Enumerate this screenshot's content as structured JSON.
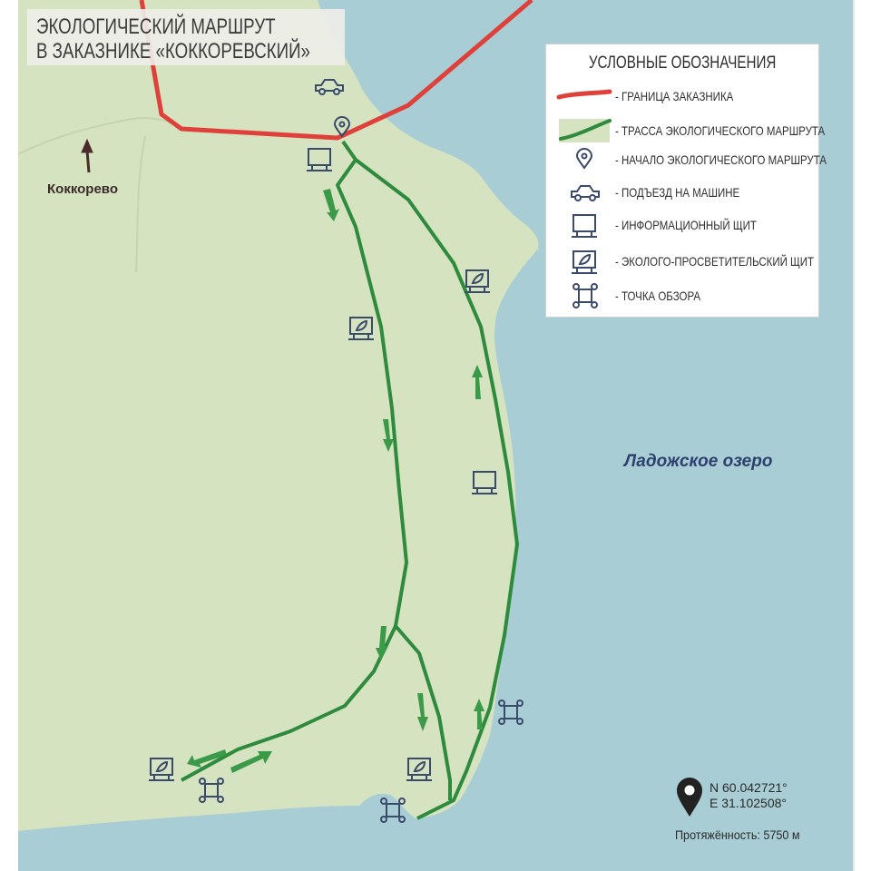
{
  "title": {
    "line1": "ЭКОЛОГИЧЕСКИЙ МАРШРУТ",
    "line2": "В ЗАКАЗНИКЕ «КОККОРЕВСКИЙ»"
  },
  "legend": {
    "title": "УСЛОВНЫЕ ОБОЗНАЧЕНИЯ",
    "items": [
      {
        "icon": "boundary-line",
        "label": "- ГРАНИЦА ЗАКАЗНИКА"
      },
      {
        "icon": "route-line",
        "label": "- ТРАССА ЭКОЛОГИЧЕСКОГО МАРШРУТА"
      },
      {
        "icon": "location-pin-icon",
        "label": "- НАЧАЛО ЭКОЛОГИЧЕСКОГО МАРШРУТА"
      },
      {
        "icon": "car-icon",
        "label": "- ПОДЪЕЗД НА МАШИНЕ"
      },
      {
        "icon": "info-board-icon",
        "label": "- ИНФОРМАЦИОННЫЙ ЩИТ"
      },
      {
        "icon": "eco-board-icon",
        "label": "- ЭКОЛОГО-ПРОСВЕТИТЕЛЬСКИЙ ЩИТ"
      },
      {
        "icon": "viewpoint-icon",
        "label": "- ТОЧКА ОБЗОРА"
      }
    ]
  },
  "map": {
    "lake_label": "Ладожское озеро",
    "village_label": "Коккорево"
  },
  "coordinates": {
    "lat": "N 60.042721°",
    "lon": "E 31.102508°"
  },
  "length_label": "Протяжённость: 5750 м",
  "colors": {
    "land": "#d5e3c0",
    "water": "#a8cdd5",
    "boundary": "#e0403a",
    "route": "#2e8a3c",
    "icon": "#3a4a6a"
  }
}
